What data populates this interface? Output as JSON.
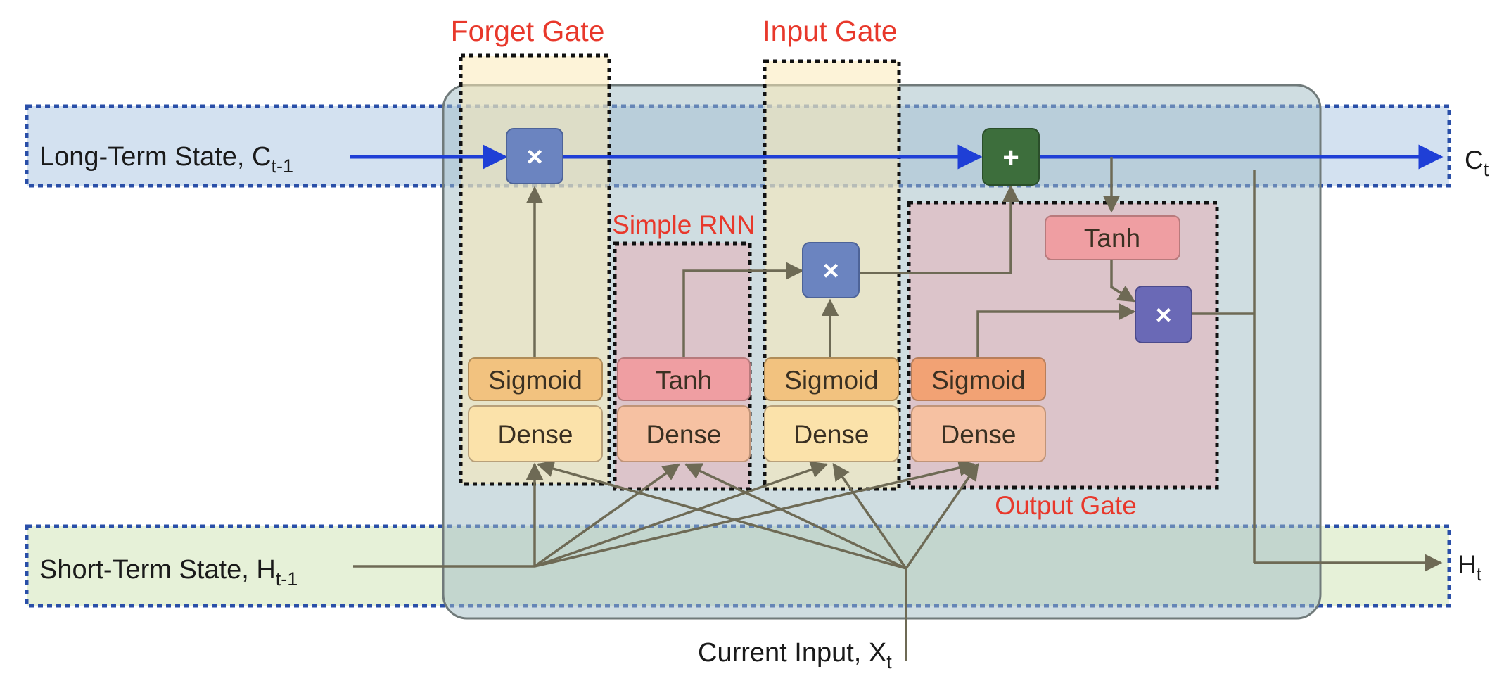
{
  "gates": {
    "forget": "Forget Gate",
    "input": "Input Gate",
    "simple_rnn": "Simple RNN",
    "output": "Output Gate"
  },
  "states": {
    "long_term_prefix": "Long-Term State,  C",
    "long_term_sub": "t-1",
    "short_term_prefix": "Short-Term State,  H",
    "short_term_sub": "t-1",
    "current_input_prefix": "Current Input,  X",
    "current_input_sub": "t"
  },
  "outputs": {
    "c_main": "C",
    "c_sub": "t",
    "h_main": "H",
    "h_sub": "t"
  },
  "layers": {
    "forget_activation": "Sigmoid",
    "forget_dense": "Dense",
    "rnn_activation": "Tanh",
    "rnn_dense": "Dense",
    "input_activation": "Sigmoid",
    "input_dense": "Dense",
    "output_activation": "Sigmoid",
    "output_dense": "Dense",
    "cell_tanh": "Tanh"
  },
  "operators": {
    "multiply": "×",
    "add": "+"
  },
  "colors": {
    "gate_title": "#e8382b",
    "long_term_arrow": "#1f3fd6",
    "flow_arrow": "#6e6a55",
    "cell_box": "#cfdde0",
    "long_term_band": "#d3e1f0",
    "short_term_band": "#e6f1d8",
    "multiply_node": "#6b84c0",
    "add_node": "#3d6e3c",
    "output_multiply_node": "#6a69b6"
  }
}
